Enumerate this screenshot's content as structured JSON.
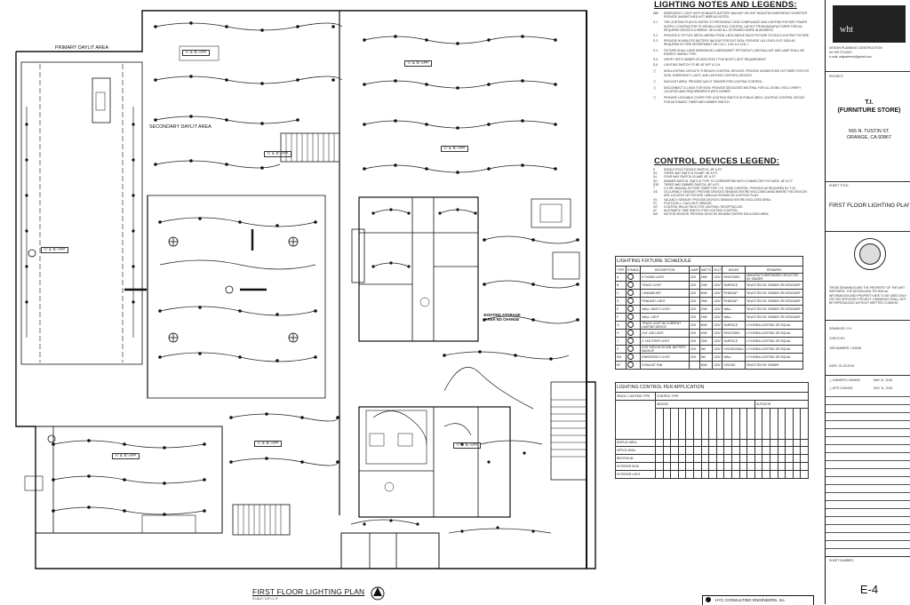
{
  "plan": {
    "title": "FIRST FLOOR LIGHTING PLAN",
    "scale": "SCALE: 1/4\"=1'-0\"",
    "labels": {
      "primary_daylit": "PRIMARY DAYLIT AREA",
      "secondary_daylit": "SECONDARY DAYLIT AREA",
      "existing_storage": "EXISTING STORAGE AREA NO CHANGE"
    },
    "engineer": "HYC CONSULTING ENGINEERS, Inc.",
    "fixture_tags": [
      "'A' & 'B' APP.",
      "'A' & 'B' APP.",
      "'A' & 'B' APP.",
      "'A' & 'B' APP.",
      "'A' & 'B' APP.",
      "'A' & 'B' APP.",
      "'A' & 'B' APP.",
      "'A' & 'B' APP."
    ]
  },
  "notes": {
    "lighting_heading": "LIGHTING NOTES AND LEGENDS:",
    "control_heading": "CONTROL DEVICES LEGEND:",
    "lighting_items": [
      {
        "num": "888",
        "text": "EMERGENCY LIGHT WITH 90 MINUTE BATTERY BACKUP OR UNIT MOUNTED EMERGENCY INVERTER. PROVIDE UNSWITCHED HOT WIRE AS NOTED."
      },
      {
        "num": "S-1",
        "text": "THE LIGHTING PLAN IS LIMITED TO PROVIDING CODE COMPLIANCE AND LIGHTING FIXTURE POWER SUPPLY. CONTRACTOR TO OBTAIN LIGHTING CONTROL LAYOUT FROM MANUFACTURER FOR ALL REQUIRED DEVICES & WIRING. INCLUDE ALL EXTENDED WORK IN ADDRESS."
      },
      {
        "num": "S-2",
        "text": "PROVIDE 8' OF FLEX METAL WIRING FROM J-BOX ABOVE EACH FIXTURE TO EACH LIGHTING FIXTURE."
      },
      {
        "num": "S-3",
        "text": "PROVIDE 90 MINUTES BATTERY BACKUP FOR EXIT SIGN. PROVIDE LUX LEVEL EXIT SIGN AS REQUIRED BY FIRE DEPARTMENT OR C.B.C. 1011.4 & 1011.7."
      },
      {
        "num": "S-4",
        "text": "FIXTURE SHALL HAVE MINIMUM 50 LUMENS/WATT EFFICIENCY, AND BALLAST AND LAMP SHALL BE ENERGY SAVING TYPE."
      },
      {
        "num": "S-5",
        "text": "VERIFY WITH OWNER OR ARCHITECT FOR NIGHT LIGHT REQUIREMENT."
      },
      {
        "num": "S-6",
        "text": "LIGHTING SWITCH TO BE 48\" AFF U.O.N."
      },
      {
        "num": "",
        "text": "NON-LIGHTING CIRCUITS THROUGH CONTROL DEVICES. PROVIDE UNSWITCHED HOT WIRE FOR EXIT SIGN, EMERGENCY LIGHT, AND LIGHTING CONTROL DEVICES."
      },
      {
        "num": "",
        "text": "DAYLIGHT AREA. PROVIDE DAYLIT SENSOR FOR LIGHTING CONTROL."
      },
      {
        "num": "",
        "text": "DISCONNECT & J-BOX FOR SIGN. PROVIDE DEDICATED NEUTRAL FOR ALL SIGNS. FIELD VERIFY LOCATION AND REQUIREMENTS WITH OWNER."
      },
      {
        "num": "",
        "text": "PROVIDE LOCKABLE COVER FOR LIGHTING SWITCH IN PUBLIC AREA. LIGHTING CONTROL DEVICE FOR AUTOMATIC TIMER AND DIMMER SWITCH."
      }
    ],
    "control_items": [
      {
        "num": "S",
        "text": "SINGLE POLE TOGGLE SWITCH, 48\" A.F.F."
      },
      {
        "num": "S3",
        "text": "THREE WAY SWITCH 20 AMP, 48\" A.F.F."
      },
      {
        "num": "S4",
        "text": "FOUR WAY SWITCH 20 AMP, 48\" A.F.F."
      },
      {
        "num": "SD",
        "text": "DIMMER SWITCH. SWITCH TYPE TO CORRESPOND WITH CONNECTED FIXTURES. 48\" A.F.F."
      },
      {
        "num": "S3D",
        "text": "THREE WAY DIMMER SWITCH, 48\" A.F.F."
      },
      {
        "num": "T",
        "text": "0-2 HR. MANUAL AT-POSE TIMER FOR I.T.S. ZONE CONTROL. PROVIDE AS REQUIRED BY T-24."
      },
      {
        "num": "OS",
        "text": "OCCUPANCY SENSOR. PROVIDE DEVICES SENSING ENTIRE ENCLOSED AREA WHERE THE DEVICES ARE LOCATED OR FIXTURE / AREA AS SHOWN ON LIGHTING PLAN."
      },
      {
        "num": "VS",
        "text": "VACANCY SENSOR. PROVIDE DEVICES SENSING ENTIRE ENCLOSED AREA."
      },
      {
        "num": "PC",
        "text": "PHOTOCELL / DAYLIGHT SENSOR."
      },
      {
        "num": "CR",
        "text": "CONTROL RELAY PACK FOR LIGHTING / RECEPTACLES."
      },
      {
        "num": "AT",
        "text": "AUTOMATIC TIME SWITCH FOR LIGHTING CONTROL."
      },
      {
        "num": "MS",
        "text": "MOTION SENSOR. PROVIDE DEVICES SENSING ENTIRE ENCLOSED AREA."
      }
    ]
  },
  "schedule": {
    "title": "LIGHTING FIXTURE SCHEDULE",
    "headers": [
      "TYPE",
      "SYMBOL",
      "DESCRIPTION",
      "LAMP",
      "WATTS",
      "VOLT",
      "MOUNT",
      "REMARKS"
    ],
    "rows": [
      [
        "A",
        "",
        "6\" DOWN LIGHT",
        "LED",
        "18W",
        "120V",
        "RECESSED",
        "MANUFACTURER/MODEL SELECTED BY OWNER"
      ],
      [
        "B",
        "",
        "TRACK LIGHT",
        "LED",
        "20W",
        "120V",
        "SURFACE",
        "SELECTED BY OWNER OR DESIGNER"
      ],
      [
        "C",
        "",
        "CHANDELIER",
        "LED",
        "60W",
        "120V",
        "PENDANT",
        "SELECTED BY OWNER OR DESIGNER"
      ],
      [
        "D",
        "",
        "PENDANT LIGHT",
        "LED",
        "25W",
        "120V",
        "PENDANT",
        "SELECTED BY OWNER OR DESIGNER"
      ],
      [
        "E",
        "",
        "WALL VANITY LIGHT",
        "LED",
        "20W",
        "120V",
        "WALL",
        "SELECTED BY OWNER OR DESIGNER"
      ],
      [
        "F",
        "",
        "WALL LIGHT",
        "LED",
        "15W",
        "120V",
        "WALL",
        "SELECTED BY OWNER OR DESIGNER"
      ],
      [
        "G",
        "",
        "TRACK LIGHT W/ CURRENT LIMITING DEVICE",
        "LED",
        "80W",
        "120V",
        "SURFACE",
        "LITHONIA LIGHTING OR EQUAL"
      ],
      [
        "H",
        "",
        "4'x2' LED LIGHT",
        "LED",
        "40W",
        "120V",
        "RECESSED",
        "LITHONIA LIGHTING OR EQUAL"
      ],
      [
        "J",
        "",
        "4' LED STRIP LIGHT",
        "LED",
        "32W",
        "120V",
        "SURFACE",
        "LITHONIA LIGHTING OR EQUAL"
      ],
      [
        "X",
        "",
        "EXIT SIGN W/ 90 MIN. BATTERY BACKUP",
        "LED",
        "5W",
        "120V",
        "CEILING/WALL",
        "LITHONIA LIGHTING OR EQUAL"
      ],
      [
        "EM",
        "",
        "EMERGENCY LIGHT",
        "LED",
        "5W",
        "120V",
        "WALL",
        "LITHONIA LIGHTING OR EQUAL"
      ],
      [
        "EF",
        "",
        "EXHAUST FAN",
        "-",
        "80W",
        "120V",
        "CEILING",
        "SELECTED BY OWNER"
      ]
    ]
  },
  "control_table": {
    "title": "LIGHTING CONTROL PER APPLICATION",
    "space_header": "SPACE / LIGHTING TYPE",
    "control_header": "CONTROL TYPE",
    "indoor": "INDOOR",
    "outdoor": "OUTDOOR",
    "spaces": [
      "DISPLAY AREA",
      "OFFICE AREA",
      "RESTROOM",
      "EXTERIOR SIGN",
      "EXTERIOR LIGHT"
    ]
  },
  "title_block": {
    "logo": "wht",
    "firm_line1": "DESIGN  PLANNING  CONSTRUCTION",
    "firm_line2": "tel: 949.274.4947",
    "firm_line3": "e-mail: whtpartners@gmail.com",
    "project_label": "PROJECT:",
    "project_name": "T.I.",
    "project_sub": "(FURNITURE STORE)",
    "address1": "565 N. TUSTIN ST.",
    "address2": "ORANGE, CA 92867",
    "sheet_title_label": "SHEET TITLE:",
    "sheet_title": "FIRST FLOOR LIGHTING PLAN",
    "disclaimer": "THESE DRAWINGS ARE THE PROPERTY OF THE WHT PARTNERS. THE DESIGN AND TECHNICAL INFORMATION AND PROPERTY ARE TO BE USED ONLY ON THIS SPECIFIED PROJECT. DRAWINGS SHALL NOT BE REPRODUCED WITHOUT WRITTEN CONSENT.",
    "drawn_by": "DRAWN BY:   Y.H.",
    "check_by": "CHECK BY:",
    "job_number": "JOB NUMBER:   C16028",
    "date": "DATE:   02-29-2016",
    "rev1": "OWNER'S CHANGE",
    "rev1_date": "MAY 21, 2016",
    "rev2": "WTR CHANGE",
    "rev2_date": "NOV 11, 2016",
    "sheet_number_label": "SHEET NUMBER:",
    "sheet_number": "E-4"
  }
}
